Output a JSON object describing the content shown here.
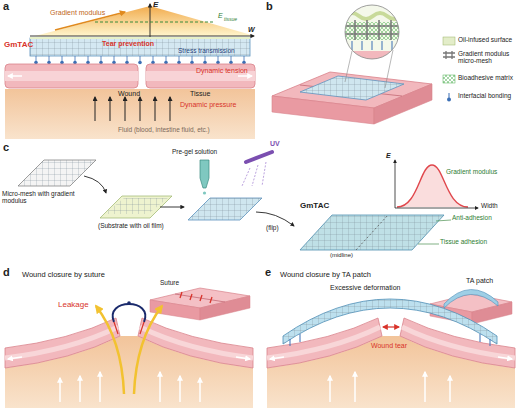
{
  "diagram": {
    "labels": [
      "a",
      "E",
      "Gradient modulus",
      "E",
      "tissue",
      "W",
      "GmTAC",
      "Tear prevention",
      "Stress transmission",
      "Dynamic tension",
      "Wound",
      "Tissue",
      "Dynamic pressure",
      "Fluid (blood, intestine fluid, etc.)",
      "b",
      "c",
      "Micro-mesh with gradient modulus",
      "(Substrate with oil film)",
      "Pre-gel solution",
      "UV",
      "(flip)",
      "E",
      "Gradient modulus",
      "Width",
      "GmTAC",
      "Anti-adhesion",
      "Tissue adhesion",
      "(midline)",
      "d",
      "Wound closure by suture",
      "Suture",
      "Leakage",
      "e",
      "Wound closure by TA patch",
      "Excessive deformation",
      "Wound tear",
      "TA patch"
    ],
    "legend": [
      {
        "text": "Oil-infused surface",
        "color": "#e3edc9"
      },
      {
        "text": "Gradient modulus micro-mesh"
      },
      {
        "text": "Bioadhesive matrix"
      },
      {
        "text": "Interfacial bonding"
      }
    ]
  }
}
